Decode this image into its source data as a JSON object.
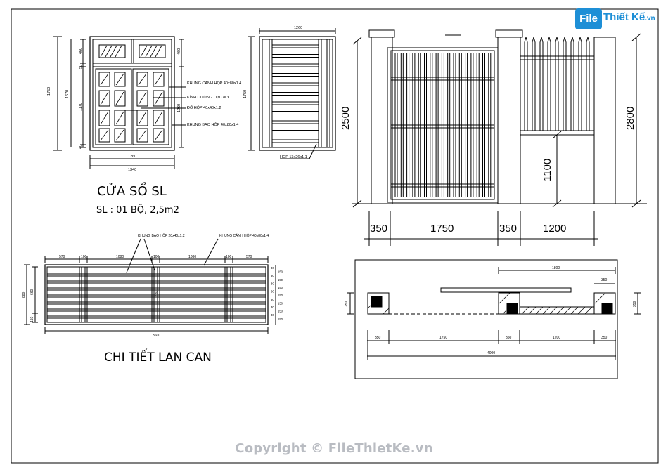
{
  "window_block": {
    "title": "CỬA SỔ SL",
    "subtitle": "SL : 01 BỘ, 2,5m2",
    "dims": {
      "h_total": "1750",
      "h_frame": "1670",
      "h_top": "460",
      "h_mid": "50",
      "h_panel": "1170",
      "h_bot": "40",
      "w_inner": "1260",
      "w_outer": "1340",
      "r_top": "460",
      "r_mid": "1260"
    },
    "notes": [
      "KHUNG CÁNH HỘP 40x80x1.4",
      "KÍNH CƯỜNG LỰC 8LY",
      "ĐỐ HỘP 40x40x1.2",
      "KHUNG BAO HỘP 40x80x1.4"
    ]
  },
  "grille_block": {
    "width": "1260",
    "height": "1750",
    "note": "HỘP 13x26x1.1"
  },
  "gate_elevation": {
    "h_gate": "2500",
    "h_pillar": "2800",
    "h_low": "1100",
    "widths": [
      "350",
      "1750",
      "350",
      "1200"
    ]
  },
  "railing_block": {
    "title": "CHI TIẾT LAN CAN",
    "note_left": "KHUNG BAO HỘP 20x40x1.2",
    "note_right": "KHUNG CÁNH HỘP 40x80x1.4",
    "top_dims": [
      "570",
      "100",
      "1080",
      "100",
      "1080",
      "100",
      "570"
    ],
    "total": "3600",
    "mid": "880",
    "left_dims": [
      "880",
      "660",
      "150"
    ],
    "right_dims": [
      "30",
      "150",
      "30",
      "150",
      "30",
      "150",
      "30",
      "150",
      "30",
      "150",
      "30",
      "150",
      "30",
      "150"
    ]
  },
  "gate_plan": {
    "top_dim": "1800",
    "top_small": "350",
    "side_left": "350",
    "side_right": "350",
    "bottom_dims": [
      "350",
      "1750",
      "350",
      "1200",
      "350"
    ],
    "total": "4000"
  },
  "watermark": {
    "logo_file": "File",
    "logo_name": "Thiết Kế",
    "logo_suffix": ".vn",
    "copyright": "Copyright © FileThietKe.vn"
  }
}
